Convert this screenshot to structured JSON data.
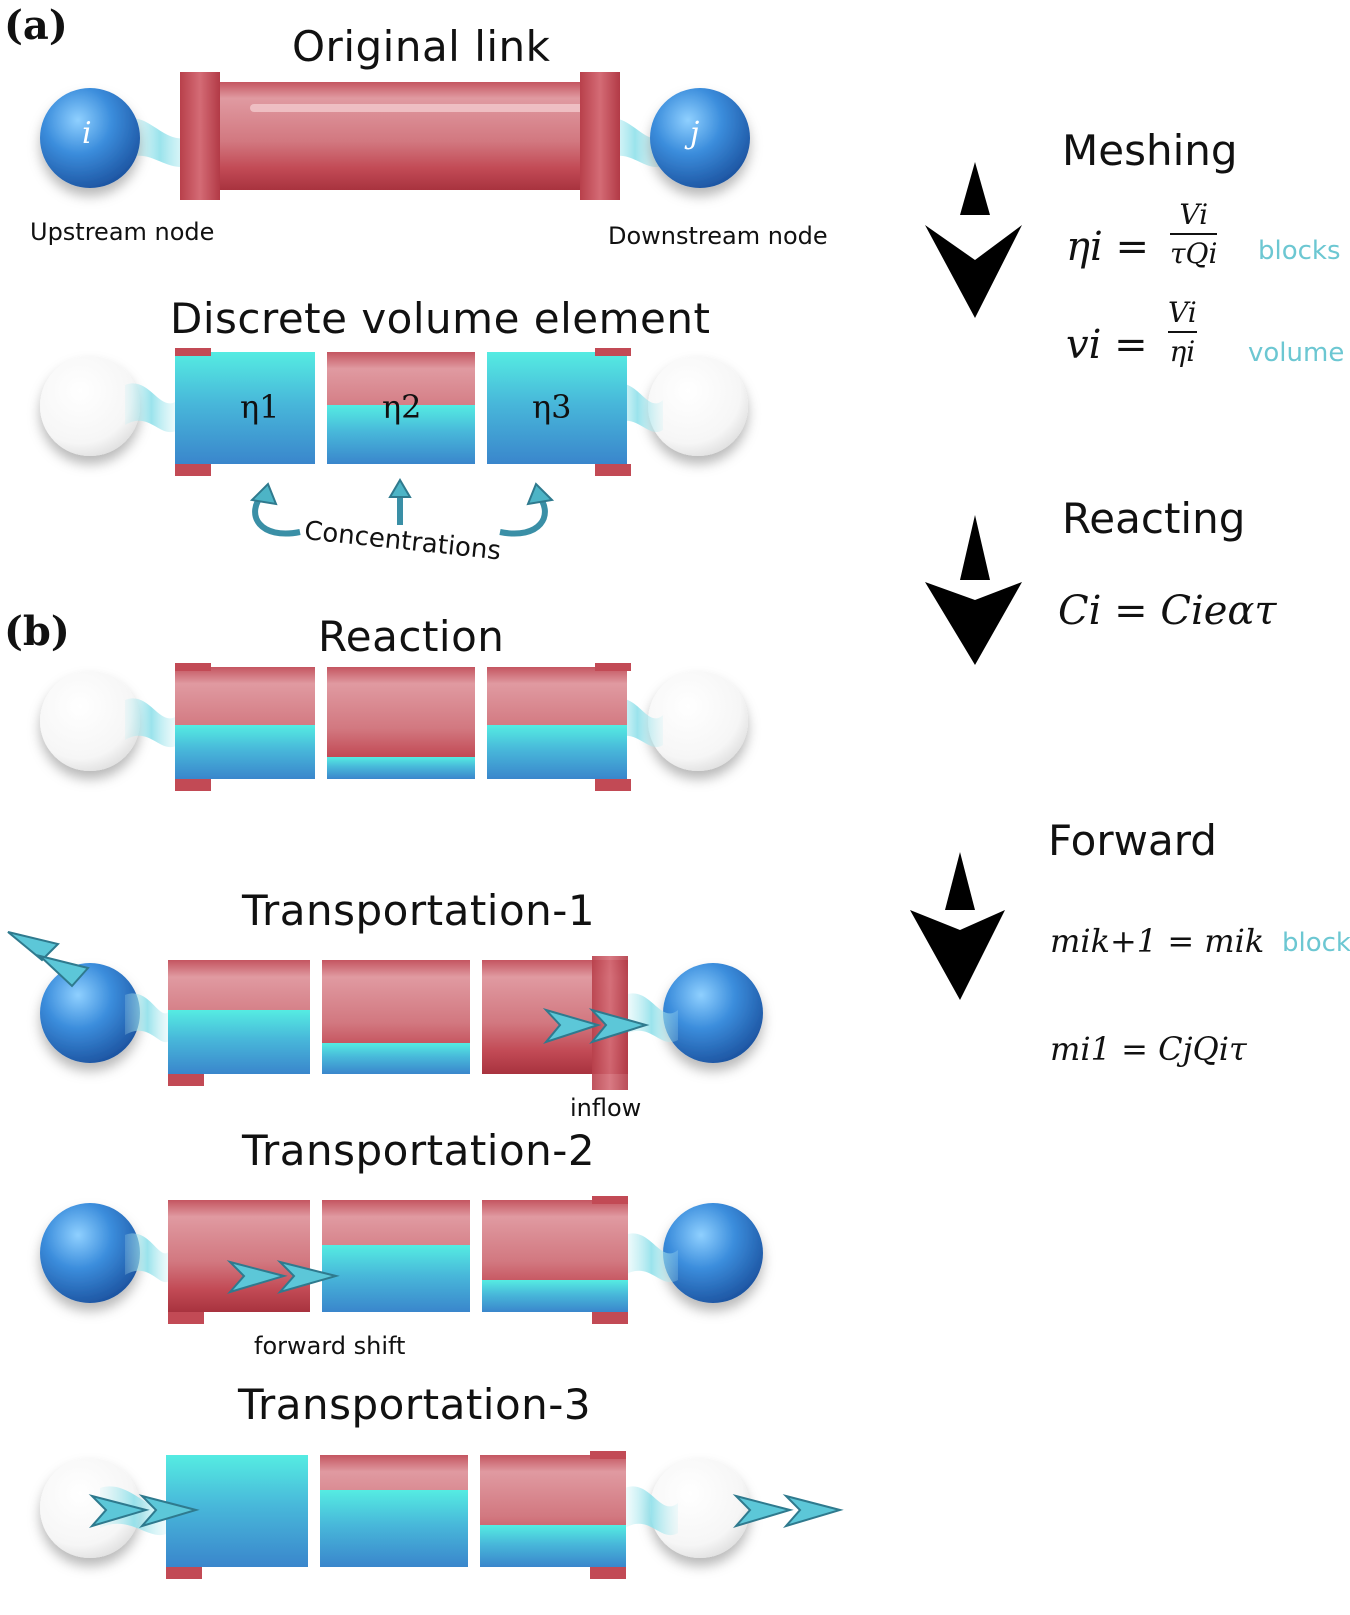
{
  "panel_a": "(a)",
  "panel_b": "(b)",
  "original_link": {
    "title": "Original link",
    "upstream_node_symbol": "i",
    "downstream_node_symbol": "j",
    "upstream_label": "Upstream node",
    "downstream_label": "Downstream node"
  },
  "discrete": {
    "title": "Discrete volume element",
    "blocks": [
      "η1",
      "η2",
      "η3"
    ],
    "concentrations_label": "Concentrations"
  },
  "reaction": {
    "title": "Reaction"
  },
  "transport1": {
    "title": "Transportation-1",
    "inflow_label": "inflow"
  },
  "transport2": {
    "title": "Transportation-2",
    "shift_label": "forward shift"
  },
  "transport3": {
    "title": "Transportation-3"
  },
  "steps": {
    "meshing": {
      "title": "Meshing",
      "eq1_lhs": "ηi =",
      "eq1_num": "Vi",
      "eq1_den": "τQi",
      "eq1_note": "blocks",
      "eq2_lhs": "vi =",
      "eq2_num": "Vi",
      "eq2_den": "ηi",
      "eq2_note": "volume"
    },
    "reacting": {
      "title": "Reacting",
      "eq": "Ci = Cieατ"
    },
    "forward": {
      "title": "Forward",
      "eq1": "mik+1 = mik",
      "eq1_note": "block",
      "eq2": "mi1 = CjQiτ"
    }
  },
  "colors": {
    "pipe_red": "#c94f5a",
    "pipe_light": "#dd8d95",
    "water_top": "#4fe3de",
    "water_bottom": "#3c91cf",
    "node_blue": "#2f7fd0",
    "note_teal": "#6cc7d2",
    "arrow_teal": "#4db4c6"
  }
}
